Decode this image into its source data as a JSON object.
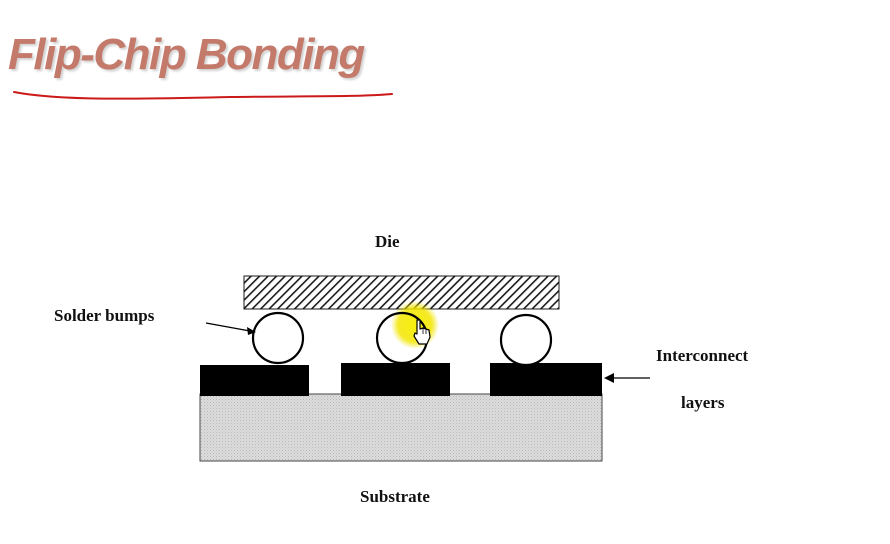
{
  "slide": {
    "title": "Flip-Chip Bonding",
    "title_color": "#c47a6a",
    "underline_color": "#cc1a1a"
  },
  "diagram": {
    "labels": {
      "die": "Die",
      "solder_bumps": "Solder bumps",
      "interconnect": "Interconnect",
      "layers": "layers",
      "substrate": "Substrate"
    },
    "colors": {
      "die_hatch": "#1a1a1a",
      "pads": "#000000",
      "substrate_fill": "#d4d4d4",
      "cursor_highlight": "#f3e600"
    },
    "icons": [
      "hand-pointer-icon",
      "arrow-icon"
    ]
  }
}
